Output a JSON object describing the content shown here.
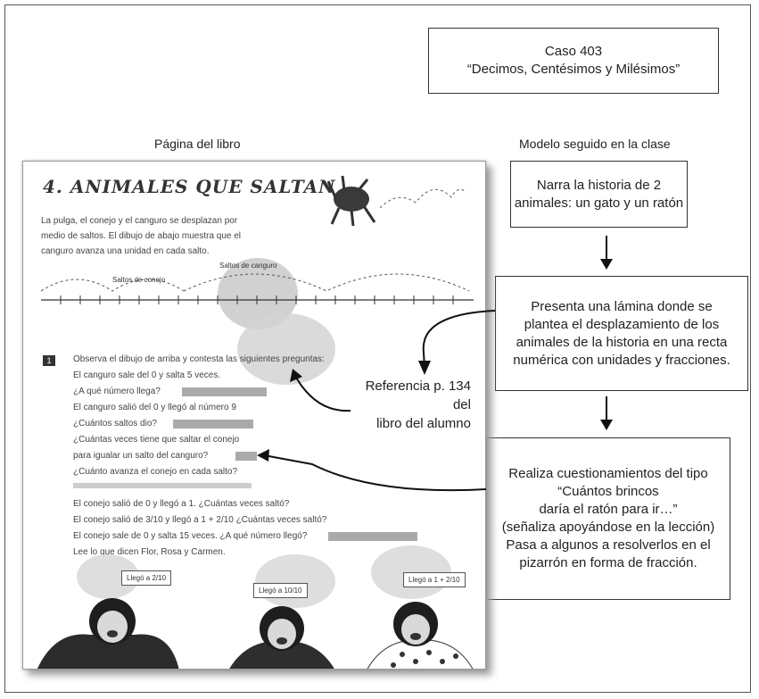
{
  "case_box": {
    "line1": "Caso 403",
    "line2": "“Decimos, Centésimos y Milésimos”"
  },
  "captions": {
    "book_page": "Página del libro",
    "model": "Modelo seguido en la clase"
  },
  "steps": [
    {
      "lines": [
        "Narra la historia de 2",
        "animales: un gato y un ratón"
      ]
    },
    {
      "lines": [
        "Presenta una lámina donde se",
        "plantea el desplazamiento de los",
        "animales de la historia en una recta",
        "numérica con unidades y fracciones."
      ]
    },
    {
      "lines": [
        "Realiza cuestionamientos del tipo",
        "“Cuántos brincos",
        "daría el ratón para ir…”",
        "(señaliza apoyándose en la lección)",
        "Pasa a algunos a resolverlos en el",
        "pizarrón en forma de fracción."
      ]
    }
  ],
  "reference": {
    "line1": "Referencia p. 134 del",
    "line2": "libro del alumno"
  },
  "book": {
    "title": "4.  ANIMALES QUE SALTAN",
    "intro": [
      "La pulga, el conejo y el canguro se desplazan por",
      "medio de saltos. El dibujo de abajo muestra que el",
      "canguro avanza una unidad en cada salto."
    ],
    "label_rabbit": "Saltos de conejo",
    "label_kangaroo": "Saltos de canguro",
    "exercise_number": "1",
    "exercise_lines": [
      "Observa el dibujo de arriba y contesta las siguientes preguntas:",
      "El canguro sale del 0 y salta 5 veces.",
      "¿A qué número llega?",
      "El canguro salió del 0 y llegó al número 9",
      "¿Cuántos saltos dio?",
      "¿Cuántas veces tiene que saltar el conejo",
      "para igualar un salto del canguro?",
      "¿Cuánto avanza el conejo en cada salto?"
    ],
    "exercise_lines2": [
      "El conejo salió de 0 y llegó a 1. ¿Cuántas veces saltó?",
      "El conejo salió de  3/10  y llegó a 1 + 2/10 ¿Cuántas veces saltó?",
      "El conejo sale de 0 y salta 15 veces. ¿A qué número llegó?",
      "Lee lo que dicen Flor, Rosa y Carmen."
    ],
    "bubbles": [
      "Llegó a 2/10",
      "Llegó a 10/10",
      "Llegó a 1 + 2/10"
    ]
  }
}
